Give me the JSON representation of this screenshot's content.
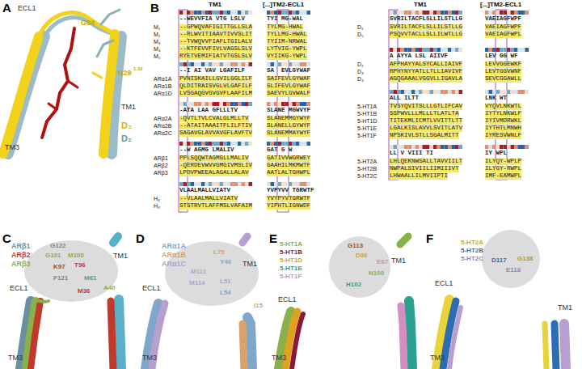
{
  "diagram": {
    "labels": [
      "A",
      "B",
      "C",
      "D",
      "E",
      "F",
      "ECL1",
      "G94",
      "H29",
      "1.32",
      "TM1",
      "TM3",
      "D₃",
      "D₂",
      "TM1",
      "[...]TM2-ECL1",
      "TM1",
      "[...]TM2-ECL1",
      "--WEVVFIA VTG LSLV",
      "TYI MG-WAL",
      "M₁",
      "--GPWQVAFIGITTGLLSLA",
      "TYLMG-HWAL",
      "M₂",
      "--RLWVITIAAVTIVVSLIT",
      "TYLLMG-HWAL",
      "M₃",
      "--TVWQVVFIAFLTGILALV",
      "TYIIM-NRWAL",
      "M₄",
      "--KTFEVVFIVLVAGSLSLV",
      "LYTVIG-YWPL",
      "M₅",
      "RYETVEMIFIATVTGSLSLV",
      "VYIIKG-YWPL",
      "--I AI VAV LGAFILF",
      "SA  EVLGYWAF",
      "ARα1A",
      "PVNISKAILLGVILGGLILF",
      "SAIFEVLGYWAF",
      "ARα1B",
      "QLDITRAISVGLVLGAFILF",
      "SLIFEVLGYWAF",
      "ARα1D",
      "LVSGAQGVGVGVFLAAFILM",
      "SAEVYLGVWALF",
      "-ATA LAA GFLLLTV",
      "SLANE MGWVYF",
      "ARα2A",
      "-QVTLTVLCVALGLMLLTV",
      "SLANEMMGYWYF",
      "ARα2B",
      "--ATAITAAAITFLILFTIV",
      "SLANELLGYWYF",
      "ARα2C",
      "SAGAVGLAVVAVGFLAVFTV",
      "SLANEMMAYWYF",
      "--W AGMG LMALIV",
      "GAT G W",
      "ARβ1",
      "PPLSQQWTAGMGLLMALIV",
      "GATIVVWGRWEY",
      "ARβ2",
      "-QERDEVWVVGMGIVMSLIV",
      "GAAHILMKMWTF",
      "ARβ3",
      "LPDVPWEEALAGALLALAV",
      "AATLALTGHWPL",
      "VLAALMALLVIATV",
      "YVPYVV TGRWTF",
      "H₃",
      "--VLAALMALLVIATV",
      "YVYPYVTGRWTF",
      "H₄",
      "STSTRVTLAFFMSLVAFAIM",
      "YIPHTLIGNWDF",
      "SVRILTACFLSLLILSTLLG",
      "VAEIAGFWPF",
      "D₁",
      "SVRILTACFLSLLILSTLLG",
      "VAEIAGFWPF",
      "D₅",
      "PSQVVTACLLSLLILWTLLG",
      "VAEIAGFWPL",
      "A AYYA LSL AIIVF",
      "LEV GG WF",
      "D₂",
      "AFPHAYYALSYCALLIAIVF",
      "LEVVGGEWKF",
      "D₃",
      "RPHYNYYATLLTLLIAVIVF",
      "LEVTGGVWNF",
      "D₄",
      "AGQGAAALVGGVLLIGAVLA",
      "SEVCGGAWLL",
      "ALL ILTT",
      "LNK WT",
      "5-HT1A",
      "TVSYQVITSLLLGTLIFCAV",
      "VYQVLNKWTL",
      "5-HT1B",
      "SSPWVLLLMLLLTLATLTA",
      "IYTYLNKWLF",
      "5-HT1D",
      "TITEKMLICMTLVVITTLTT",
      "IYIVMDRWKL",
      "5-HT1E",
      "LGALKISLAVVLSVITLATV",
      "IYTHTLMNWH",
      "5-HT1F",
      "NPSKIVLSTLLSGALMITT",
      "IYRESVWNLF",
      "LL V VIII TI",
      "IY WPL",
      "5-HT2A",
      "LHLQEKNWSALLTAVVIILT",
      "ILYQY-WPLP",
      "5-HT2B",
      "NWPALSIVIILIIMIIIVT",
      "ILYGY-RWPL",
      "5-HT2C",
      "LHWAALLILMVIIPTI",
      "IMF-EAMWPL",
      "ARβ1",
      "ARβ2",
      "ARβ3",
      "G122",
      "G101",
      "M100",
      "T96",
      "K97",
      "F121",
      "M61",
      "A40",
      "M36",
      "ECL1",
      "TM1",
      "TM3",
      "ARα1A",
      "ARα1B",
      "ARα1C",
      "M111",
      "L75",
      "Y46",
      "TM1",
      "ECL1",
      "M114",
      "L51",
      "L54",
      "I15",
      "TM3",
      "5-HT1A",
      "5-HT1B",
      "5-HT1D",
      "5-HT1E",
      "5-HT1F",
      "G113",
      "D86",
      "E87",
      "N100",
      "H102",
      "ECL1",
      "TM1",
      "TM3",
      "5-HT2A",
      "5-HT2B",
      "5-HT2C",
      "D117",
      "G138",
      "E118",
      "ECL1",
      "TM1",
      "TM3"
    ]
  }
}
